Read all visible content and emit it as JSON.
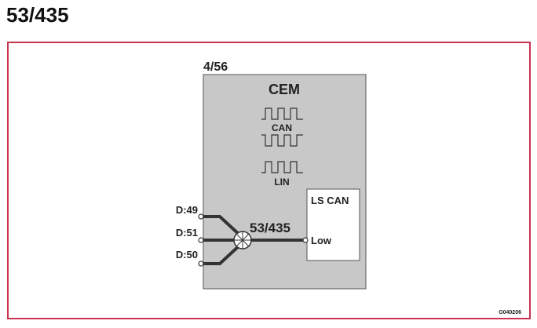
{
  "page": {
    "title": "53/435"
  },
  "diagram": {
    "module_ref": "4/56",
    "module_name": "CEM",
    "signals": [
      {
        "label": "CAN",
        "waveforms": 2
      },
      {
        "label": "LIN",
        "waveforms": 1
      }
    ],
    "subunit": {
      "title": "LS CAN",
      "port": "Low"
    },
    "connectors": [
      "D:49",
      "D:51",
      "D:50"
    ],
    "wire_label": "53/435",
    "image_code": "G040206"
  },
  "colors": {
    "frame": "#c8324f",
    "module_fill": "#c8c8c8",
    "wire": "#333333"
  }
}
